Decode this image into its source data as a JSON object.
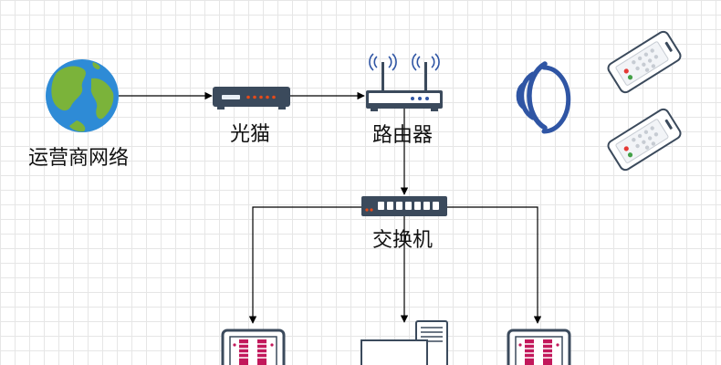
{
  "nodes": {
    "isp": {
      "label": "运营商网络",
      "icon": "globe-icon"
    },
    "modem": {
      "label": "光猫",
      "icon": "modem-icon"
    },
    "router": {
      "label": "路由器",
      "icon": "router-icon"
    },
    "switch": {
      "label": "交换机",
      "icon": "switch-icon"
    },
    "wifi": {
      "icon": "wifi-signal-icon"
    },
    "phones": [
      {
        "icon": "mobile-phone-icon"
      },
      {
        "icon": "mobile-phone-icon"
      }
    ],
    "endpoints": [
      {
        "icon": "server-rack-icon"
      },
      {
        "icon": "desktop-computer-icon"
      },
      {
        "icon": "server-rack-icon"
      }
    ]
  },
  "colors": {
    "grid": "#e6e6e6",
    "device_dark": "#3b4a5c",
    "router_white": "#ffffff",
    "wifi_blue": "#2f55a4",
    "globe_blue": "#2e8bd6",
    "globe_green": "#7bb33a",
    "phone_body": "#ffffff",
    "server_pink": "#c2185b"
  },
  "edges": [
    {
      "from": "isp",
      "to": "modem"
    },
    {
      "from": "modem",
      "to": "router"
    },
    {
      "from": "router",
      "to": "switch"
    },
    {
      "from": "switch",
      "to": "endpoint-1"
    },
    {
      "from": "switch",
      "to": "endpoint-2"
    },
    {
      "from": "switch",
      "to": "endpoint-3"
    }
  ]
}
